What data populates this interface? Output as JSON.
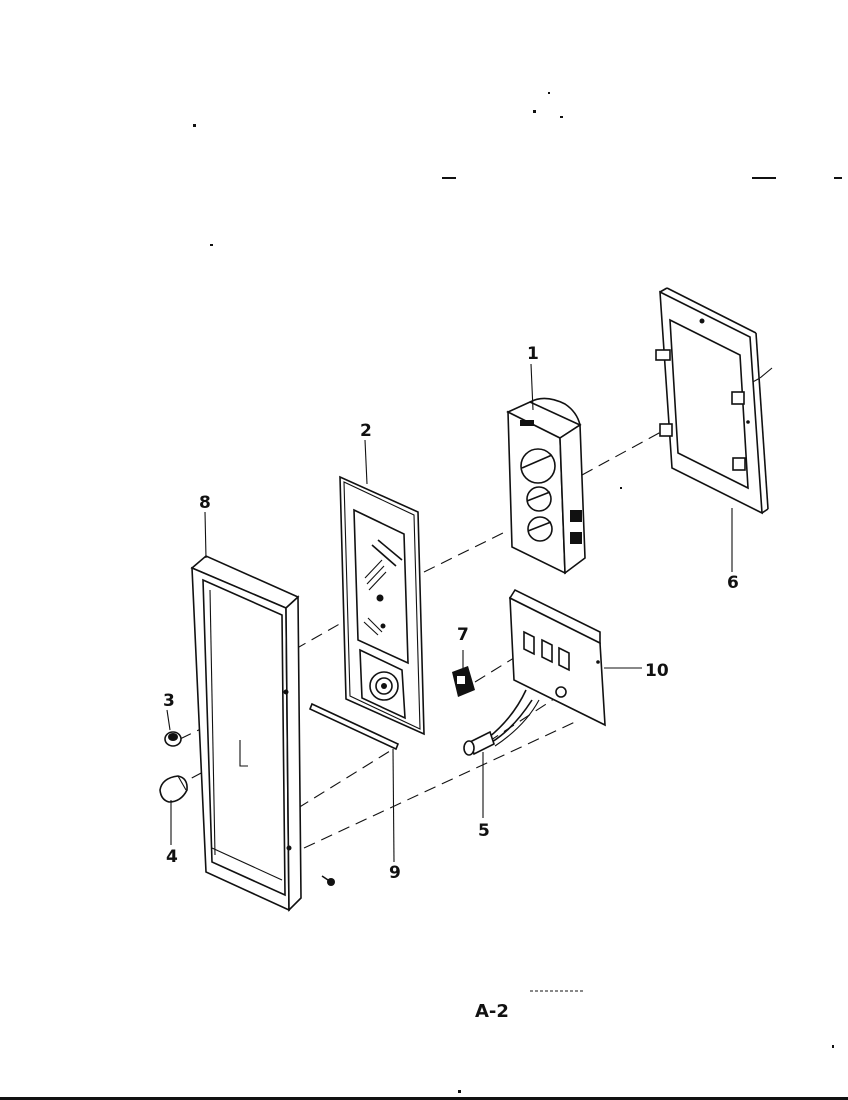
{
  "parts": [
    {
      "id": "part-1",
      "number": "1"
    },
    {
      "id": "part-2",
      "number": "2"
    },
    {
      "id": "part-3",
      "number": "3"
    },
    {
      "id": "part-4",
      "number": "4"
    },
    {
      "id": "part-5",
      "number": "5"
    },
    {
      "id": "part-6",
      "number": "6"
    },
    {
      "id": "part-7",
      "number": "7"
    },
    {
      "id": "part-8",
      "number": "8"
    },
    {
      "id": "part-9",
      "number": "9"
    },
    {
      "id": "part-10",
      "number": "10"
    }
  ],
  "sheet_label": "A-2"
}
